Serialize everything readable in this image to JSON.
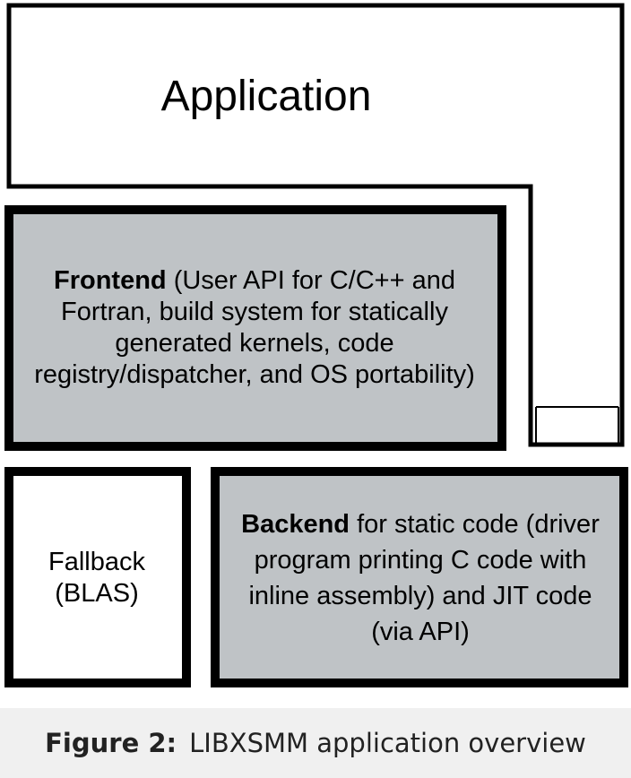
{
  "colors": {
    "stroke": "#000000",
    "fill_gray": "#bfc3c6",
    "fill_white": "#ffffff",
    "caption_bg": "#f0f0f0"
  },
  "blocks": {
    "application": {
      "label": "Application"
    },
    "frontend": {
      "title": "Frontend",
      "description": " (User API for C/C++ and Fortran, build system for statically generated kernels, code registry/dispatcher, and OS portability)"
    },
    "fallback": {
      "label": "Fallback (BLAS)"
    },
    "backend": {
      "title": "Backend",
      "description": " for static code (driver program printing C code with inline assembly) and JIT code (via API)"
    }
  },
  "caption": {
    "number": "Figure 2:",
    "text": "LIBXSMM application overview"
  }
}
